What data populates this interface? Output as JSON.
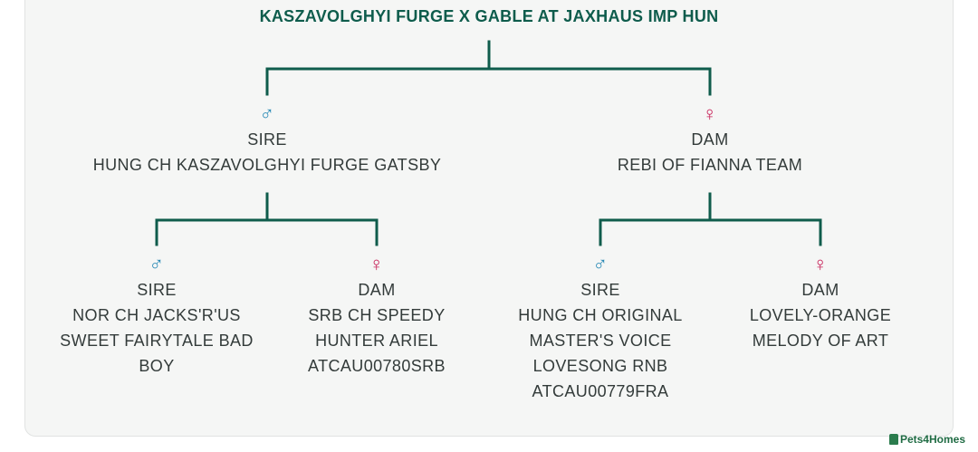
{
  "title": "KASZAVOLGHYI FURGE X GABLE AT JAXHAUS IMP HUN",
  "symbols": {
    "male": "♂",
    "female": "♀"
  },
  "colors": {
    "lines": "#0f5c4c",
    "male": "#2a8ab6",
    "female": "#c8245a",
    "title": "#0e5c4c"
  },
  "sire": {
    "role": "SIRE",
    "name": "HUNG CH KASZAVOLGHYI FURGE GATSBY",
    "sire": {
      "role": "SIRE",
      "lines": [
        "NOR CH JACKS'R'US",
        "SWEET FAIRYTALE BAD",
        "BOY"
      ]
    },
    "dam": {
      "role": "DAM",
      "lines": [
        "SRB CH SPEEDY",
        "HUNTER ARIEL",
        "ATCAU00780SRB"
      ]
    }
  },
  "dam": {
    "role": "DAM",
    "name": "REBI OF FIANNA TEAM",
    "sire": {
      "role": "SIRE",
      "lines": [
        "HUNG CH ORIGINAL",
        "MASTER'S VOICE",
        "LOVESONG RNB",
        "ATCAU00779FRA"
      ]
    },
    "dam": {
      "role": "DAM",
      "lines": [
        "LOVELY-ORANGE",
        "MELODY OF ART"
      ]
    }
  },
  "logo": {
    "text": "Pets4Homes"
  }
}
